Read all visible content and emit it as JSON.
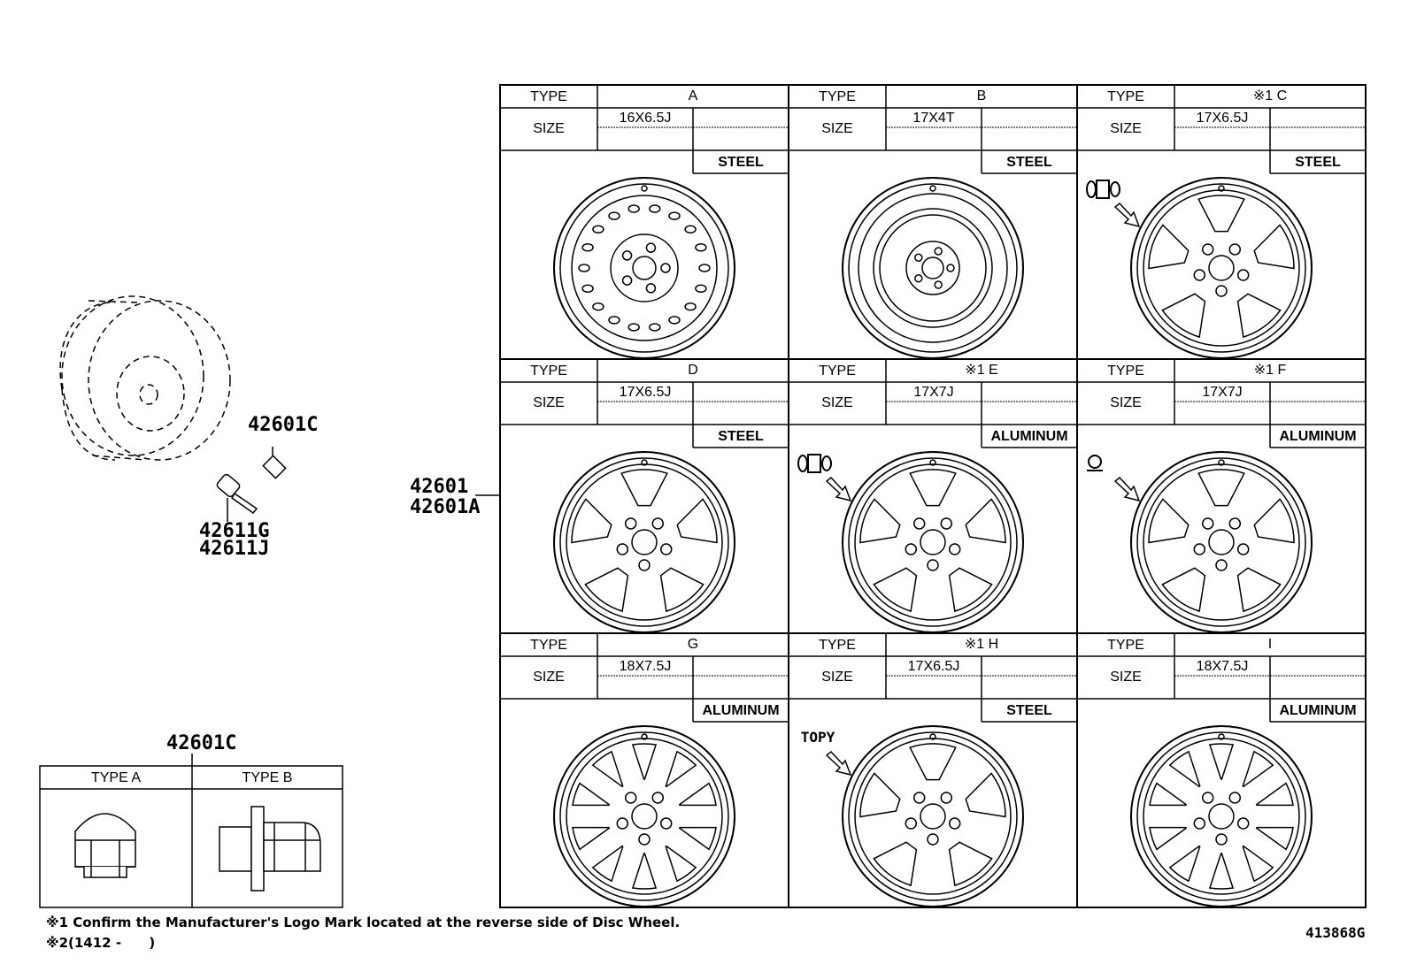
{
  "left": {
    "valve_cap_part": "42601C",
    "valve_parts": [
      "42611G",
      "42611J"
    ],
    "wheel_parts": [
      "42601",
      "42601A"
    ],
    "nut_title": "42601C",
    "nut_types": [
      "TYPE A",
      "TYPE B"
    ]
  },
  "grid_labels": {
    "type": "TYPE",
    "size": "SIZE"
  },
  "wheels": [
    {
      "type": "A",
      "size": "16X6.5J",
      "material": "STEEL",
      "marker": ""
    },
    {
      "type": "B",
      "size": "17X4T",
      "material": "STEEL",
      "marker": ""
    },
    {
      "type": "※1 C",
      "size": "17X6.5J",
      "material": "STEEL",
      "marker": "valve-logo"
    },
    {
      "type": "D",
      "size": "17X6.5J",
      "material": "STEEL",
      "marker": ""
    },
    {
      "type": "※1 E",
      "size": "17X7J",
      "material": "ALUMINUM",
      "marker": "valve-logo"
    },
    {
      "type": "※1 F",
      "size": "17X7J",
      "material": "ALUMINUM",
      "marker": "q-logo"
    },
    {
      "type": "G",
      "size": "18X7.5J",
      "material": "ALUMINUM",
      "marker": ""
    },
    {
      "type": "※1 H",
      "size": "17X6.5J",
      "material": "STEEL",
      "marker": "TOPY"
    },
    {
      "type": "I",
      "size": "18X7.5J",
      "material": "ALUMINUM",
      "marker": ""
    }
  ],
  "notes": {
    "note1": "※1 Confirm the Manufacturer's Logo Mark located at the reverse side of Disc Wheel.",
    "note2": "※2(1412 -      )"
  },
  "diagram_id": "413868G"
}
